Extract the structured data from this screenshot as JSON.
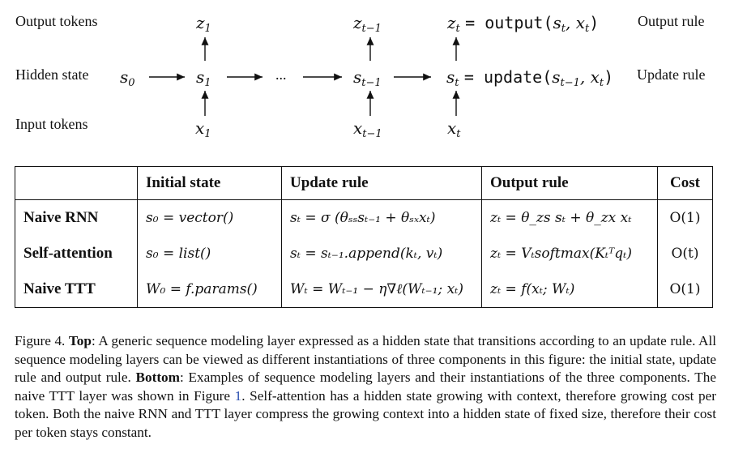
{
  "diagram": {
    "row_labels": {
      "output": "Output tokens",
      "hidden": "Hidden state",
      "input": "Input tokens"
    },
    "rule_labels": {
      "output": "Output rule",
      "update": "Update rule"
    },
    "outputs": {
      "z1": "z",
      "z1_sub": "1",
      "zt1": "z",
      "zt1_sub": "t−1",
      "zt": "z",
      "zt_sub": "t"
    },
    "states": {
      "s0": "s",
      "s0_sub": "0",
      "s1": "s",
      "s1_sub": "1",
      "st1": "s",
      "st1_sub": "t−1",
      "st": "s",
      "st_sub": "t"
    },
    "inputs": {
      "x1": "x",
      "x1_sub": "1",
      "xt1": "x",
      "xt1_sub": "t−1",
      "xt": "x",
      "xt_sub": "t"
    },
    "ellipsis": "...",
    "output_eq": "= output(",
    "output_eq_args": "s",
    "update_eq": "= update(",
    "eq_close": ")"
  },
  "table": {
    "headers": [
      "",
      "Initial state",
      "Update rule",
      "Output rule",
      "Cost"
    ],
    "rows": [
      {
        "name": "Naive RNN",
        "initial": "s₀ = vector()",
        "update": "sₜ = σ (θₛₛsₜ₋₁ + θₛₓxₜ)",
        "output": "zₜ = θ_zs sₜ + θ_zx xₜ",
        "cost": "O(1)"
      },
      {
        "name": "Self-attention",
        "initial": "s₀ = list()",
        "update": "sₜ = sₜ₋₁.append(kₜ, vₜ)",
        "output": "zₜ = Vₜsoftmax(Kₜᵀqₜ)",
        "cost": "O(t)"
      },
      {
        "name": "Naive TTT",
        "initial": "W₀ = f.params()",
        "update": "Wₜ = Wₜ₋₁ − η∇ℓ(Wₜ₋₁; xₜ)",
        "output": "zₜ = f(xₜ; Wₜ)",
        "cost": "O(1)"
      }
    ]
  },
  "caption": {
    "fig_label": "Figure 4.",
    "top_label": "Top",
    "top_text": ": A generic sequence modeling layer expressed as a hidden state that transitions according to an update rule. All sequence modeling layers can be viewed as different instantiations of three components in this figure: the initial state, update rule and output rule.",
    "bottom_label": "Bottom",
    "bottom_text_1": ": Examples of sequence modeling layers and their instantiations of the three components. The naive TTT layer was shown in Figure",
    "figure_ref": "1",
    "bottom_text_2": ". Self-attention has a hidden state growing with context, therefore growing cost per token. Both the naive RNN and TTT layer compress the growing context into a hidden state of fixed size, therefore their cost per token stays constant."
  }
}
